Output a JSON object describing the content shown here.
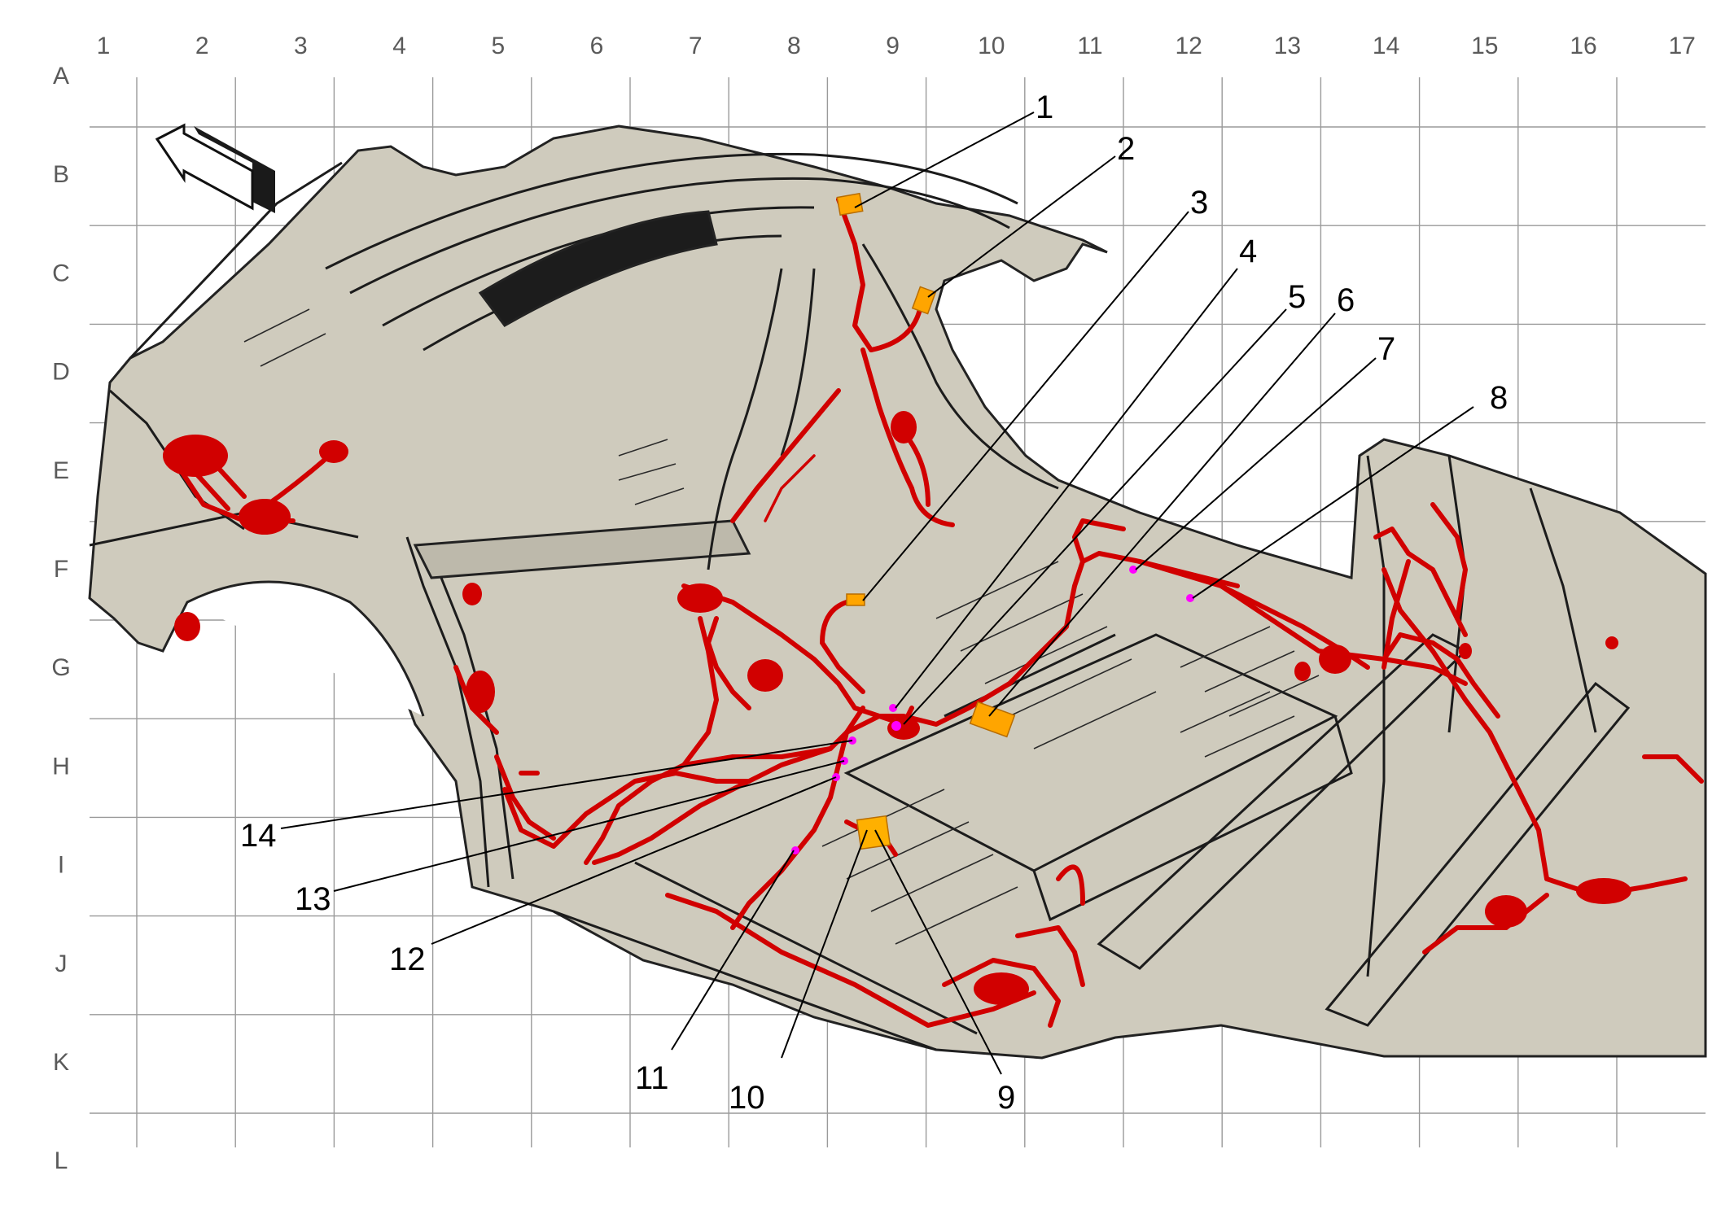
{
  "grid": {
    "columns": [
      "1",
      "2",
      "3",
      "4",
      "5",
      "6",
      "7",
      "8",
      "9",
      "10",
      "11",
      "12",
      "13",
      "14",
      "15",
      "16",
      "17"
    ],
    "rows": [
      "A",
      "B",
      "C",
      "D",
      "E",
      "F",
      "G",
      "H",
      "I",
      "J",
      "K",
      "L"
    ]
  },
  "callouts": [
    {
      "label": "1"
    },
    {
      "label": "2"
    },
    {
      "label": "3"
    },
    {
      "label": "4"
    },
    {
      "label": "5"
    },
    {
      "label": "6"
    },
    {
      "label": "7"
    },
    {
      "label": "8"
    },
    {
      "label": "9"
    },
    {
      "label": "10"
    },
    {
      "label": "11"
    },
    {
      "label": "12"
    },
    {
      "label": "13"
    },
    {
      "label": "14"
    }
  ],
  "colors": {
    "body": "#cfcbbd",
    "harness": "#d10000",
    "connector": "#ffa500",
    "splice": "#ff00ff",
    "grid": "#9a9a9a"
  },
  "icons": {
    "direction": "forward-arrow-icon"
  }
}
